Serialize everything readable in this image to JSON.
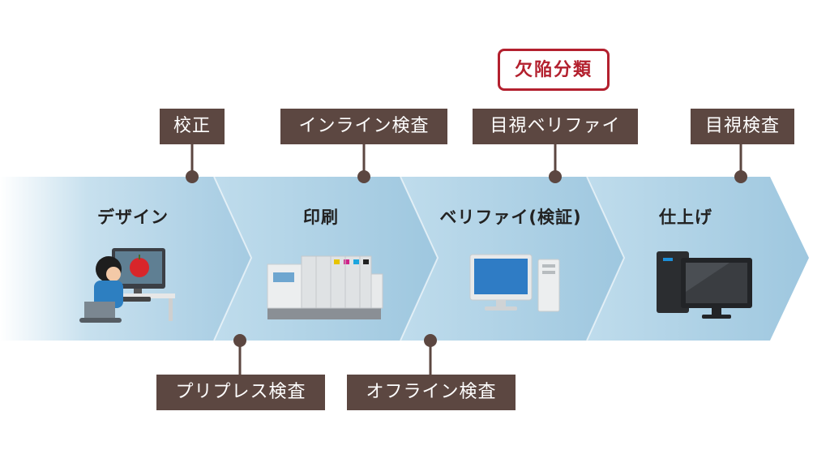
{
  "stages": [
    {
      "title": "デザイン"
    },
    {
      "title": "印刷"
    },
    {
      "title": "ベリファイ(検証)"
    },
    {
      "title": "仕上げ"
    }
  ],
  "inspections_top": [
    "校正",
    "インライン検査",
    "目視ベリファイ",
    "目視検査"
  ],
  "inspections_bottom": [
    "プリプレス検査",
    "オフライン検査"
  ],
  "badge": "欠陥分類",
  "colors": {
    "band_light": "#dcebf4",
    "band_mid": "#b7d6e8",
    "band_dark": "#9cc6df",
    "label_bg": "#5c4741",
    "badge_red": "#b3202e",
    "connector": "#5c4741"
  }
}
